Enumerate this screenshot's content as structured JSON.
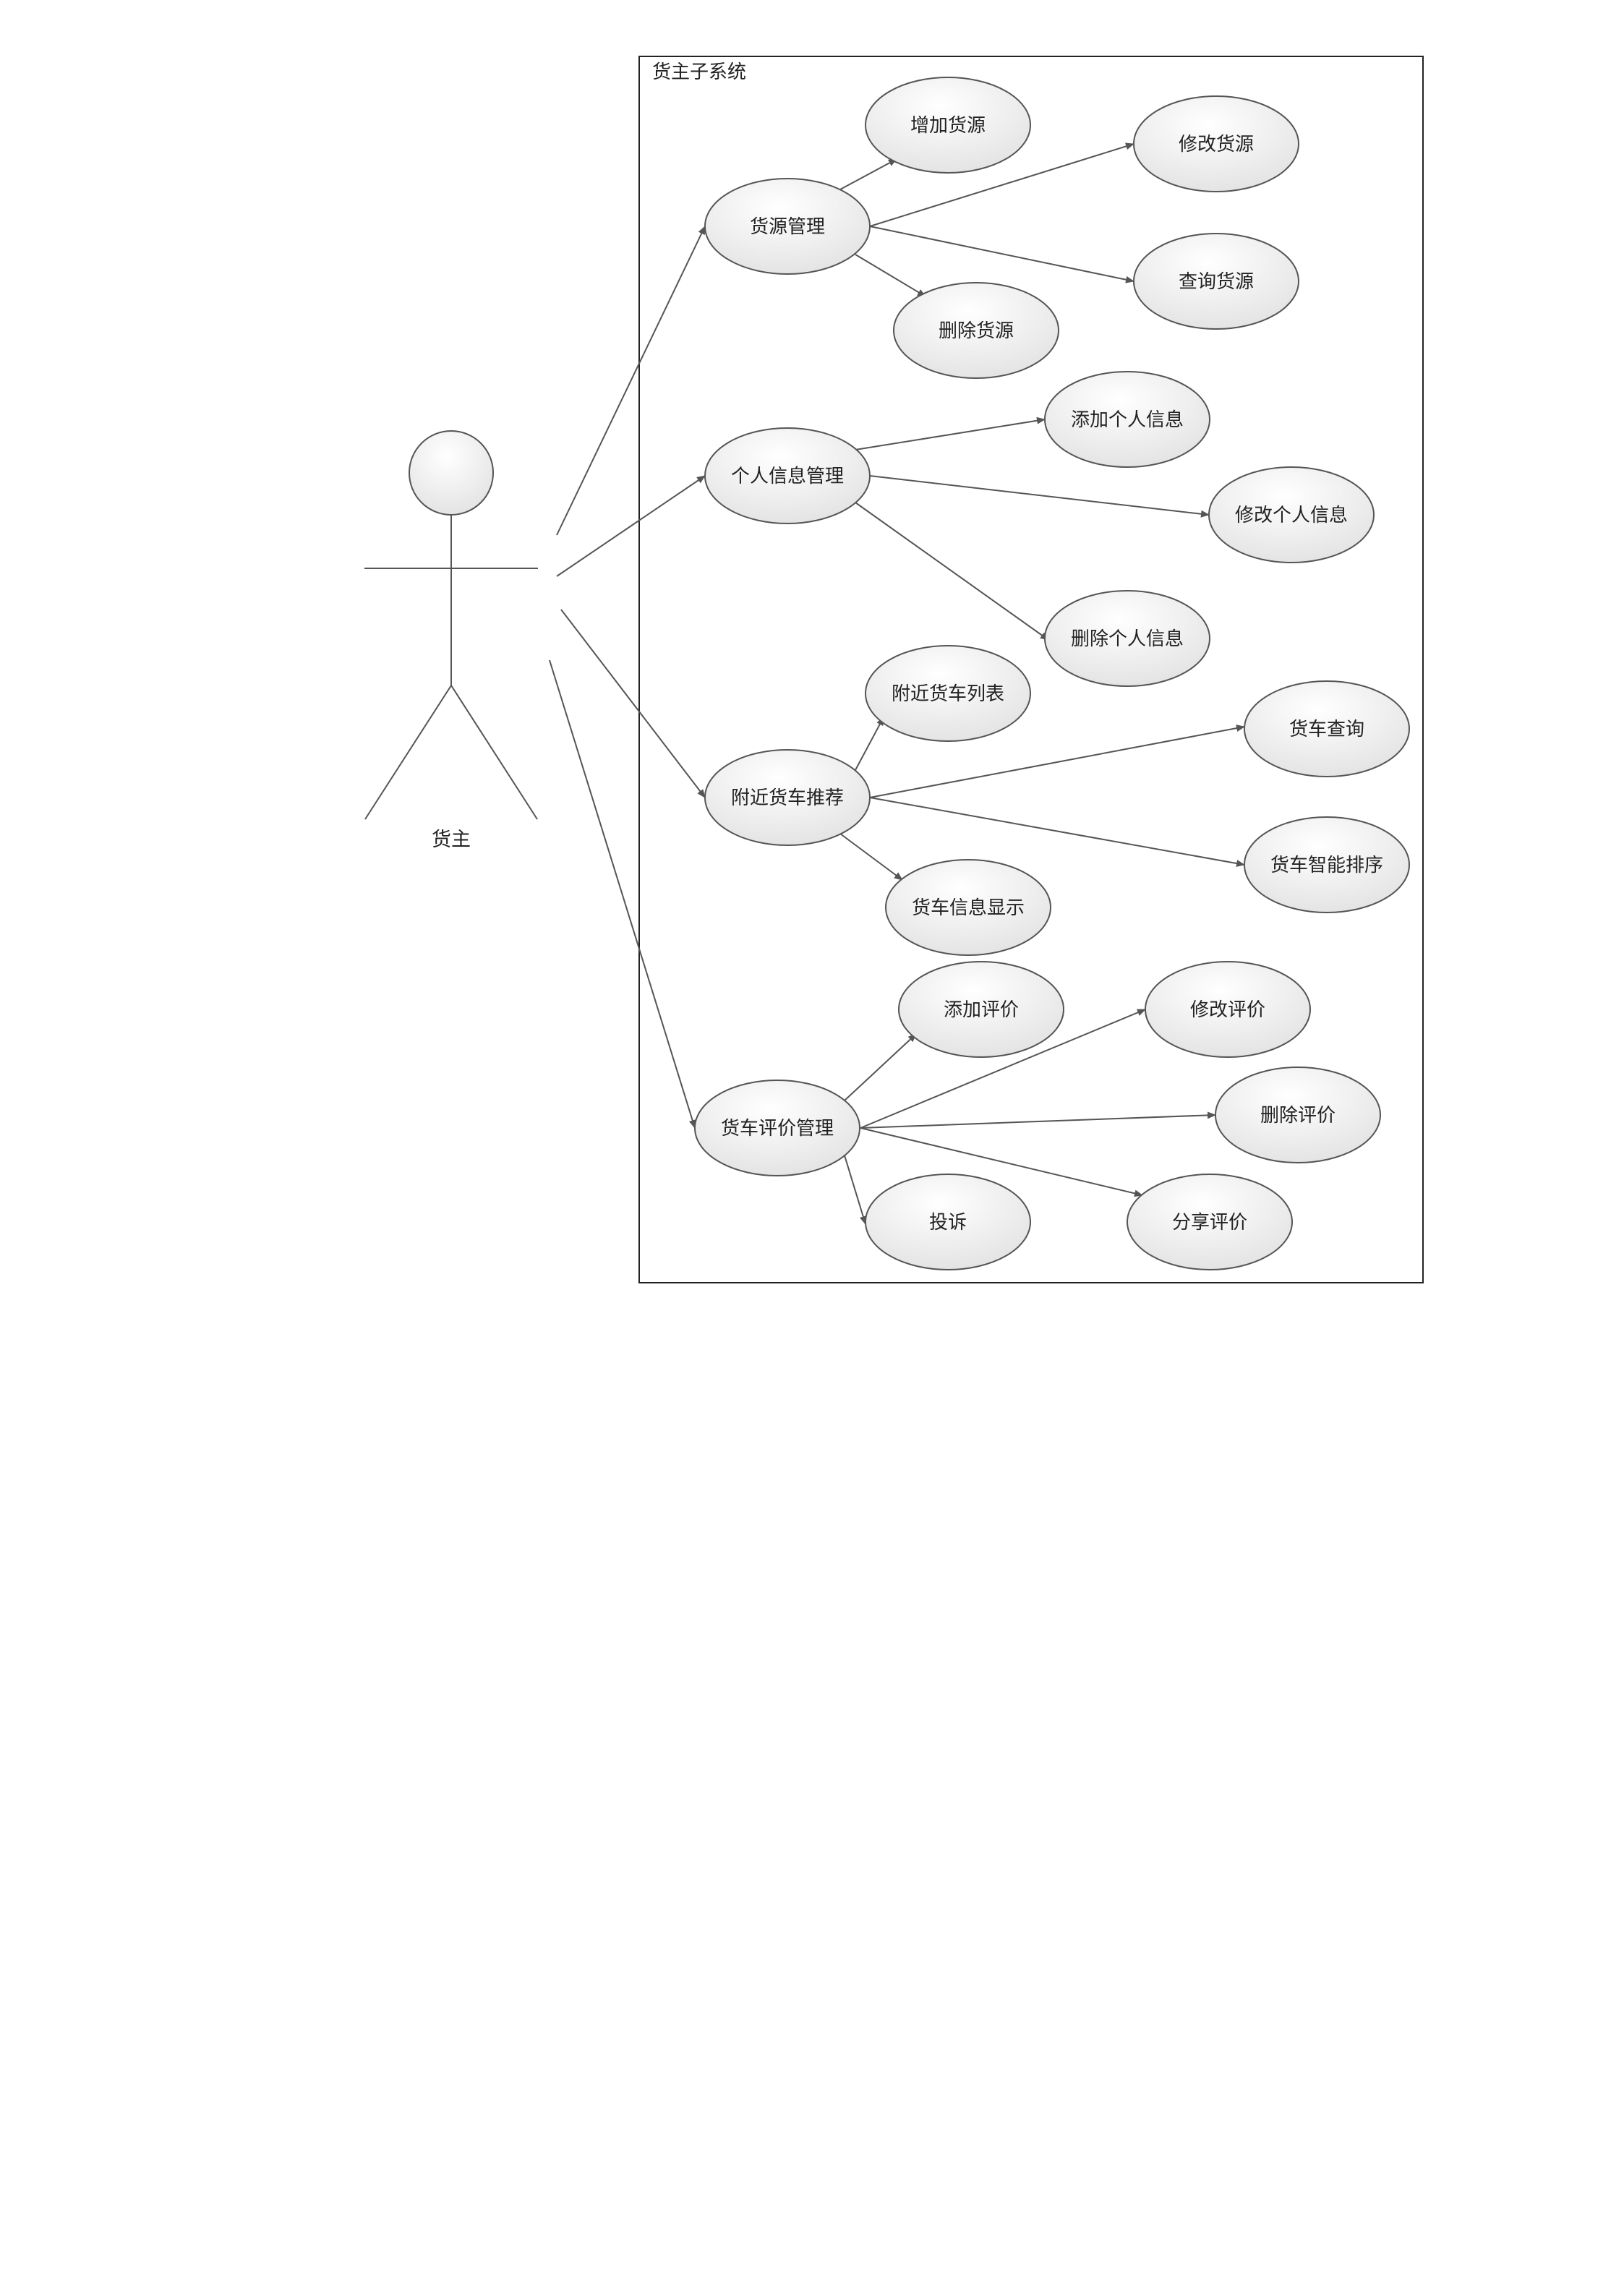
{
  "system": {
    "title": "货主子系统"
  },
  "actor": {
    "name": "货主"
  },
  "use_cases": {
    "cargo_mgmt": "货源管理",
    "add_cargo": "增加货源",
    "edit_cargo": "修改货源",
    "query_cargo": "查询货源",
    "delete_cargo": "删除货源",
    "profile_mgmt": "个人信息管理",
    "add_profile": "添加个人信息",
    "edit_profile": "修改个人信息",
    "delete_profile": "删除个人信息",
    "nearby_recommend": "附近货车推荐",
    "nearby_list": "附近货车列表",
    "truck_query": "货车查询",
    "truck_sort": "货车智能排序",
    "truck_info": "货车信息显示",
    "review_mgmt": "货车评价管理",
    "add_review": "添加评价",
    "edit_review": "修改评价",
    "delete_review": "删除评价",
    "complaint": "投诉",
    "share_review": "分享评价"
  }
}
